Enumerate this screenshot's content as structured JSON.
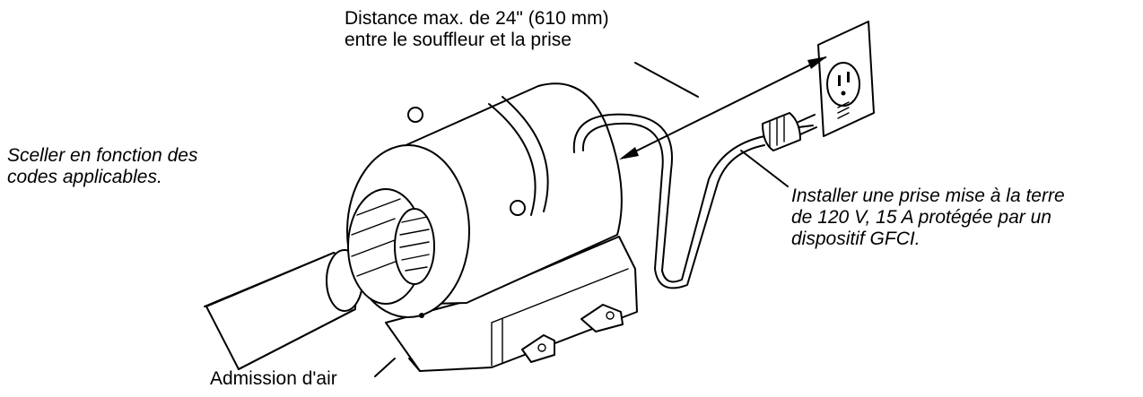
{
  "labels": {
    "distance": [
      "Distance max. de 24\" (610 mm)",
      "entre le souffleur et la prise"
    ],
    "seal": [
      "Sceller en fonction des",
      "codes applicables."
    ],
    "outlet": [
      "Installer une prise mise à la terre",
      "de 120 V, 15 A protégée par un",
      "dispositif GFCI."
    ],
    "intake": "Admission d'air"
  },
  "icons": [
    "blower-icon",
    "air-intake-pipe-icon",
    "power-cord-icon",
    "plug-icon",
    "wall-outlet-icon"
  ]
}
